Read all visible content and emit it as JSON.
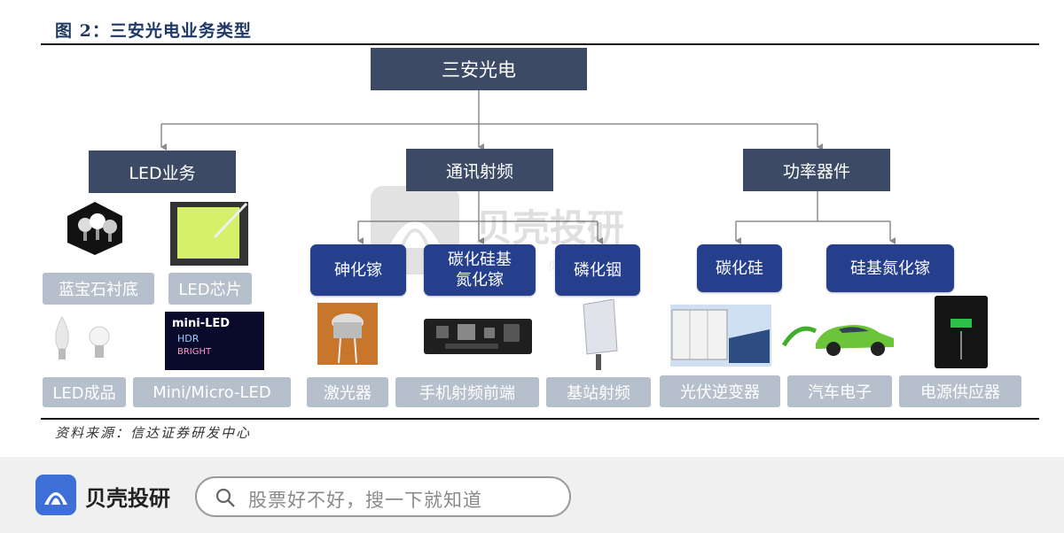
{
  "figure": {
    "title": "图 2：三安光电业务类型",
    "source": "资料来源：信达证券研发中心"
  },
  "diagram": {
    "root": "三安光电",
    "categories": {
      "led": "LED业务",
      "comm": "通讯射频",
      "power": "功率器件"
    },
    "techs": {
      "gaas": "砷化镓",
      "gan_si_line1": "碳化硅基",
      "gan_si_line2": "氮化镓",
      "inp": "磷化铟",
      "sic": "碳化硅",
      "si_gan": "硅基氮化镓"
    },
    "labels": {
      "sapphire": "蓝宝石衬底",
      "led_chip": "LED芯片",
      "led_product": "LED成品",
      "mini_micro": "Mini/Micro-LED",
      "laser": "激光器",
      "phone_rf": "手机射频前端",
      "base_rf": "基站射频",
      "pv_inverter": "光伏逆变器",
      "auto_electronics": "汽车电子",
      "power_supply": "电源供应器"
    },
    "photo_text": {
      "mini_led_line1": "mini-LED",
      "mini_led_line2": "HDR",
      "mini_led_line3": "BRIGHT"
    },
    "colors": {
      "root_box": "#3d4a66",
      "tech_box": "#253f8c",
      "label_box": "#b6bfcc",
      "connector": "#8c8c8c"
    }
  },
  "watermark": {
    "brand": "贝壳投研",
    "sub": "贝壳投研"
  },
  "footer": {
    "brand": "贝壳投研",
    "search_placeholder": "股票好不好，搜一下就知道"
  }
}
